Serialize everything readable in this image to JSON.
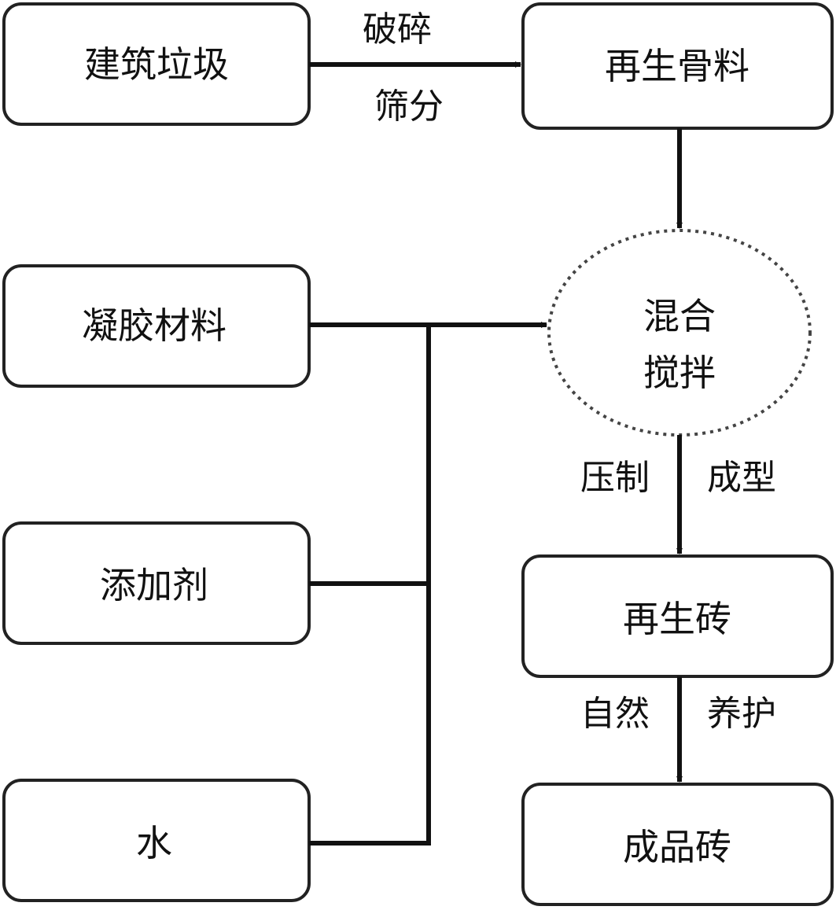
{
  "nodes": {
    "waste": "建筑垃圾",
    "aggregate": "再生骨料",
    "binder": "凝胶材料",
    "mix_line1": "混合",
    "mix_line2": "搅拌",
    "additive": "添加剂",
    "water": "水",
    "brick": "再生砖",
    "product": "成品砖"
  },
  "edges": {
    "crush": "破碎",
    "sieve": "筛分",
    "press": "压制",
    "form": "成型",
    "natural": "自然",
    "cure": "养护"
  }
}
